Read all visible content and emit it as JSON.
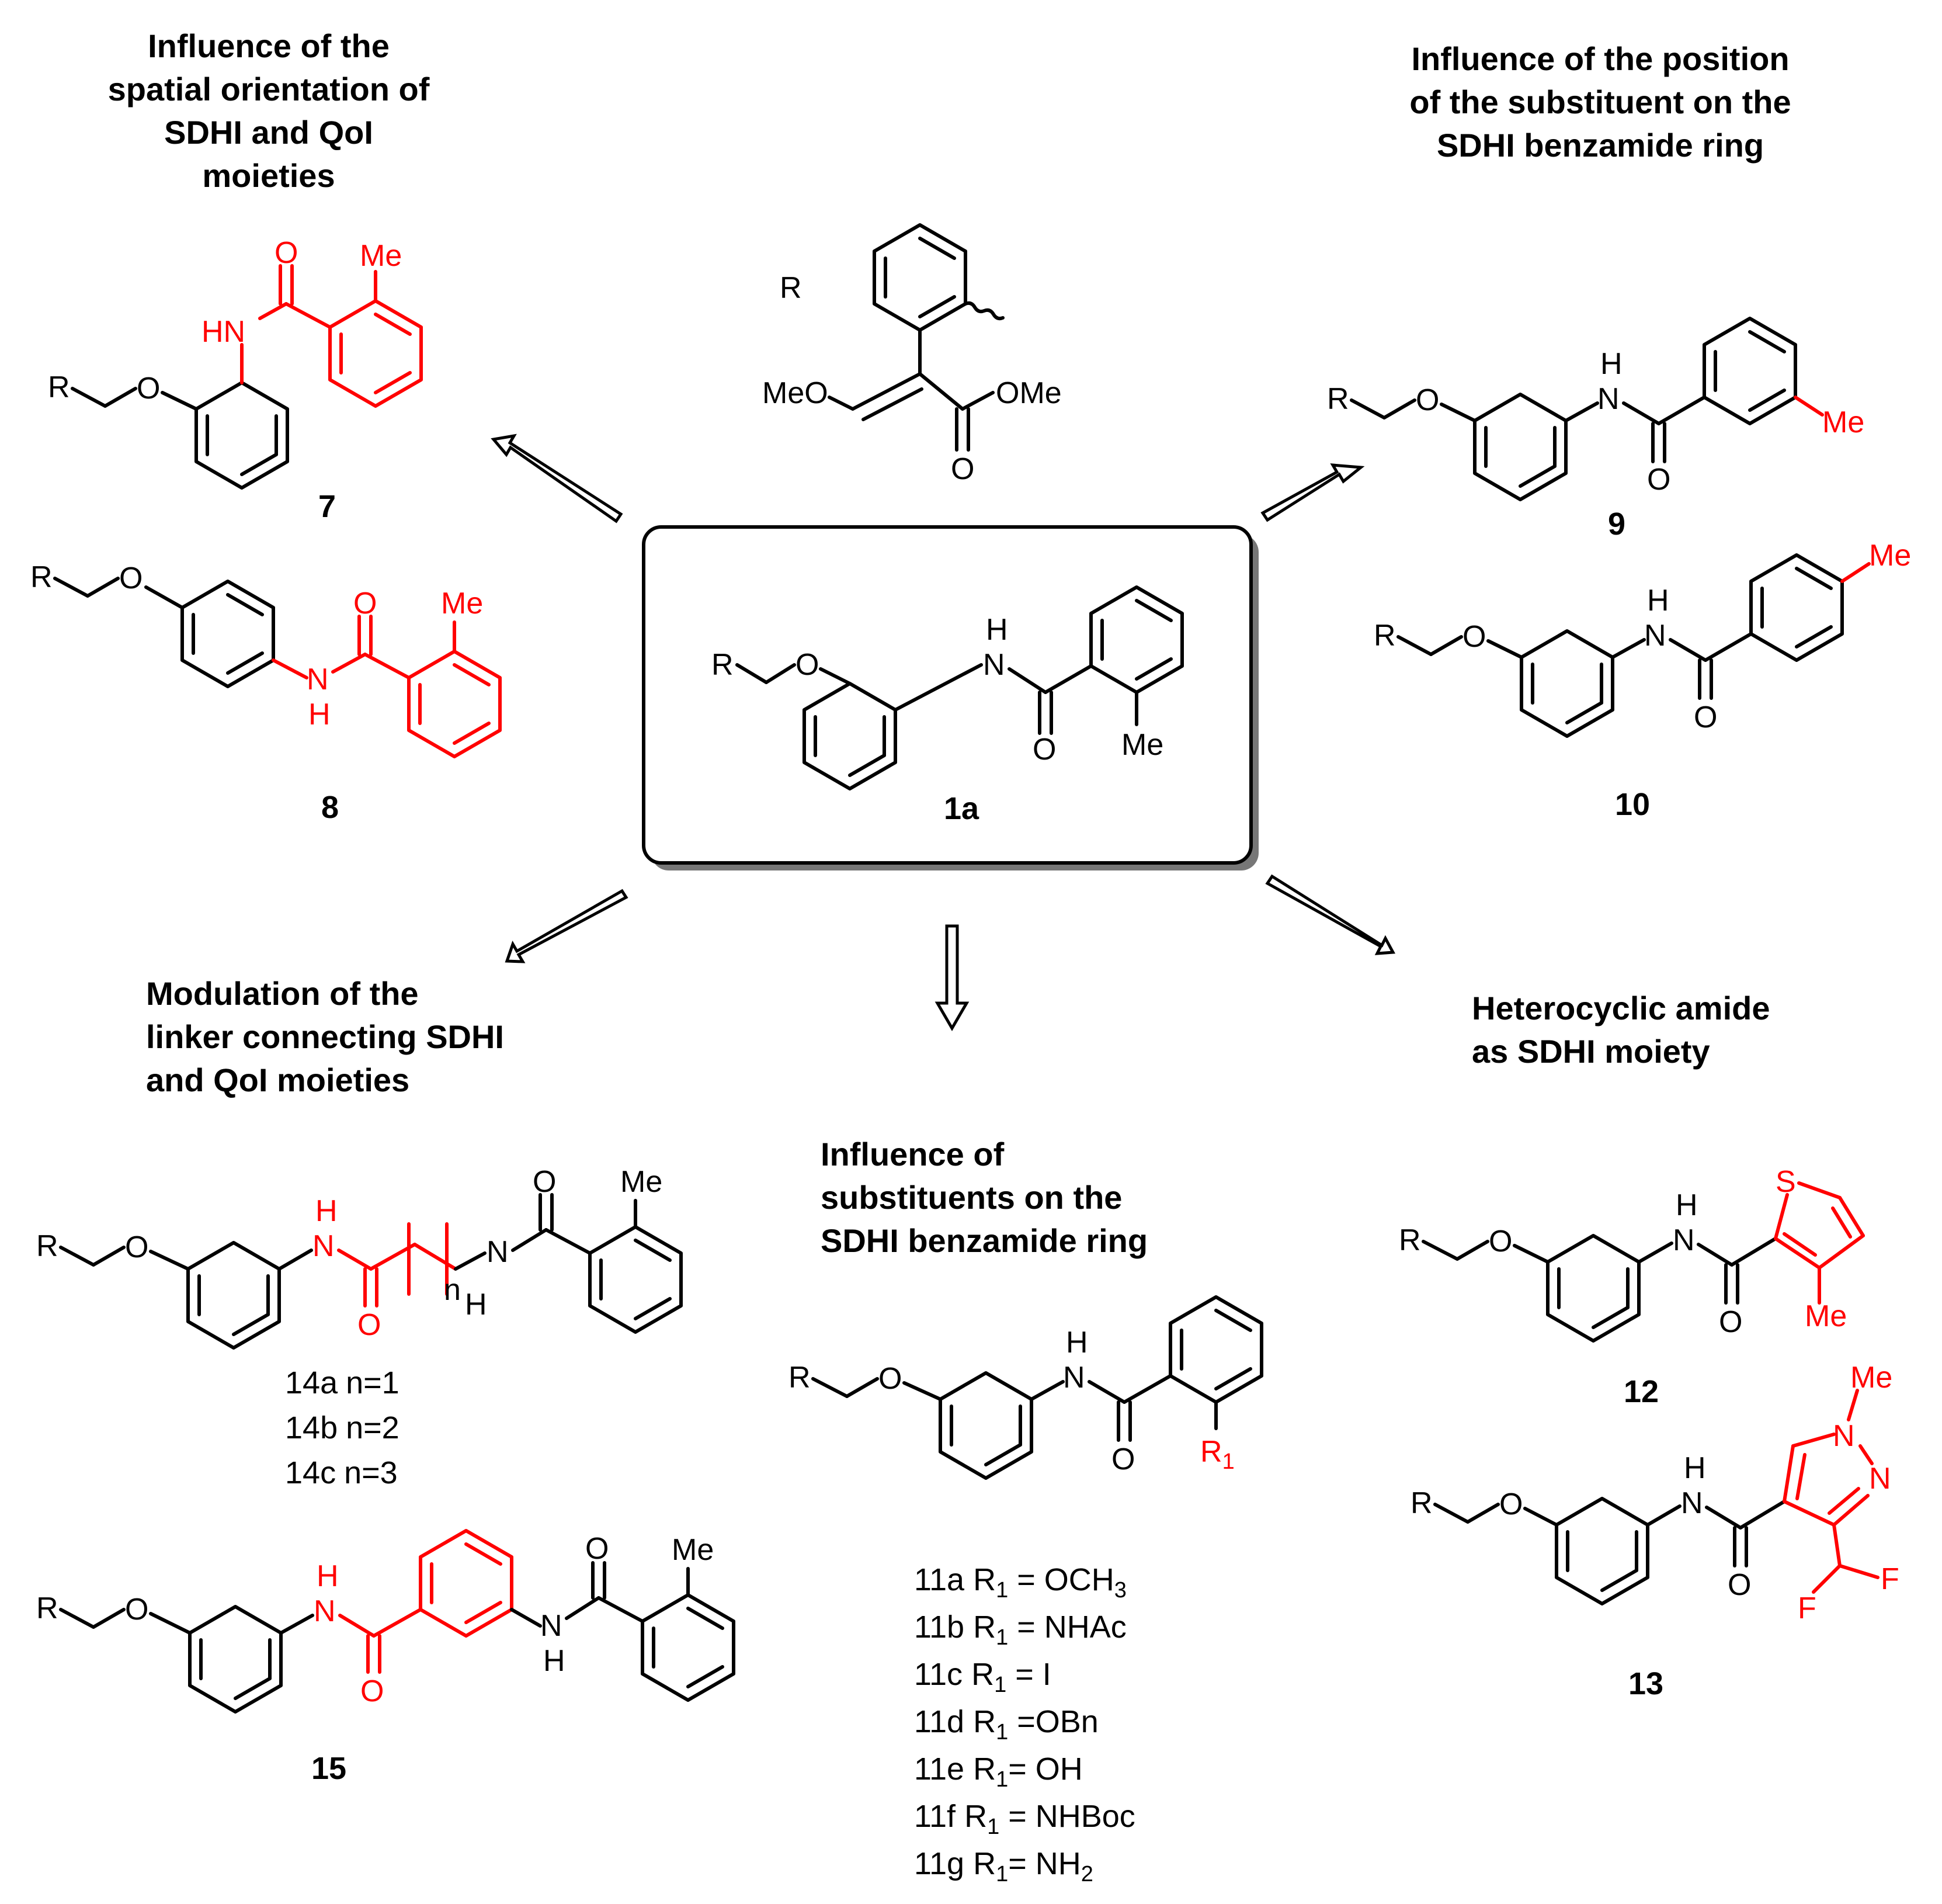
{
  "headings": {
    "spatial": [
      "Influence of the",
      "spatial orientation of",
      "SDHI and QoI",
      "moieties"
    ],
    "position": [
      "Influence of the position",
      "of the substituent on the",
      "SDHI benzamide ring"
    ],
    "linker": [
      "Modulation of the",
      "linker connecting SDHI",
      "and QoI moieties"
    ],
    "substituents": [
      "Influence of",
      "substituents on the",
      "SDHI benzamide ring"
    ],
    "heterocyclic": [
      "Heterocyclic amide",
      "as SDHI  moiety"
    ]
  },
  "compounds": {
    "c1a": "1a",
    "c7": "7",
    "c8": "8",
    "c9": "9",
    "c10": "10",
    "c12": "12",
    "c13": "13",
    "c15": "15"
  },
  "atoms": {
    "R": "R",
    "O": "O",
    "H": "H",
    "N": "N",
    "HN": "HN",
    "NH": "NH",
    "Me": "Me",
    "MeO": "MeO",
    "OMe": "OMe",
    "S": "S",
    "F": "F",
    "n": "n",
    "R1": "R"
  },
  "variants14": [
    {
      "id": "14a",
      "text": "n=1"
    },
    {
      "id": "14b",
      "text": "n=2"
    },
    {
      "id": "14c",
      "text": "n=3"
    }
  ],
  "variants11": [
    {
      "id": "11a",
      "pre": " R",
      "sub": "1",
      "eq": " = OCH",
      "tail": "3"
    },
    {
      "id": "11b",
      "pre": " R",
      "sub": "1",
      "eq": " = NHAc",
      "tail": ""
    },
    {
      "id": "11c",
      "pre": " R",
      "sub": "1",
      "eq": " = I",
      "tail": ""
    },
    {
      "id": "11d",
      "pre": " R",
      "sub": "1",
      "eq": " =OBn",
      "tail": ""
    },
    {
      "id": "11e",
      "pre": " R",
      "sub": "1",
      "eq": "= OH",
      "tail": ""
    },
    {
      "id": "11f",
      "pre": "  R",
      "sub": "1",
      "eq": " = NHBoc",
      "tail": ""
    },
    {
      "id": "11g",
      "pre": " R",
      "sub": "1",
      "eq": "= NH",
      "tail": "2"
    }
  ],
  "colors": {
    "highlight": "#ff0000",
    "ink": "#000000"
  }
}
